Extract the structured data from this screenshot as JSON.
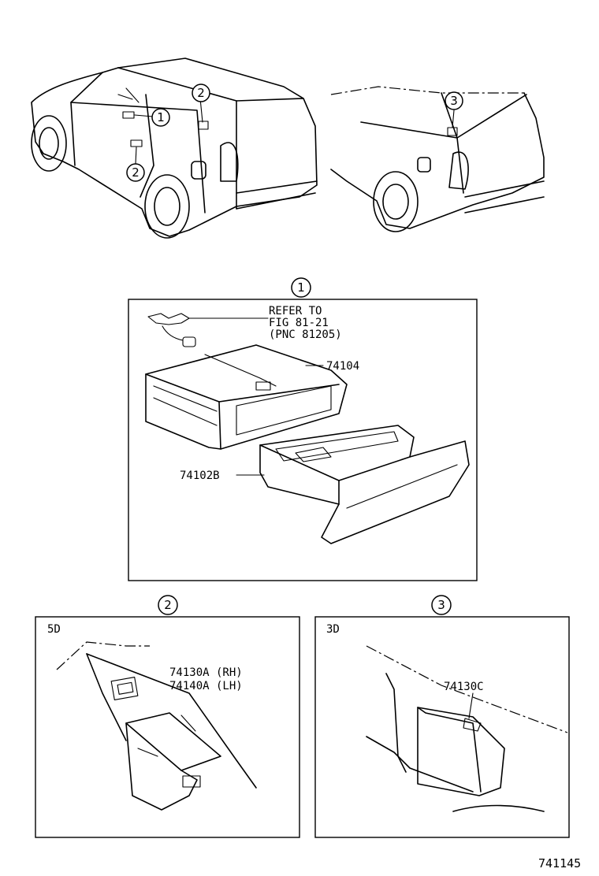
{
  "callouts": {
    "one": "1",
    "two": "2",
    "three": "3"
  },
  "panel1": {
    "refer_line1": "REFER TO",
    "refer_line2": "FIG 81-21",
    "refer_line3": "(PNC 81205)",
    "part_upper": "74104",
    "part_lower": "74102B"
  },
  "panel2": {
    "variant": "5D",
    "part_rh": "74130A (RH)",
    "part_lh": "74140A (LH)"
  },
  "panel3": {
    "variant": "3D",
    "part": "74130C"
  },
  "figure_number": "741145"
}
